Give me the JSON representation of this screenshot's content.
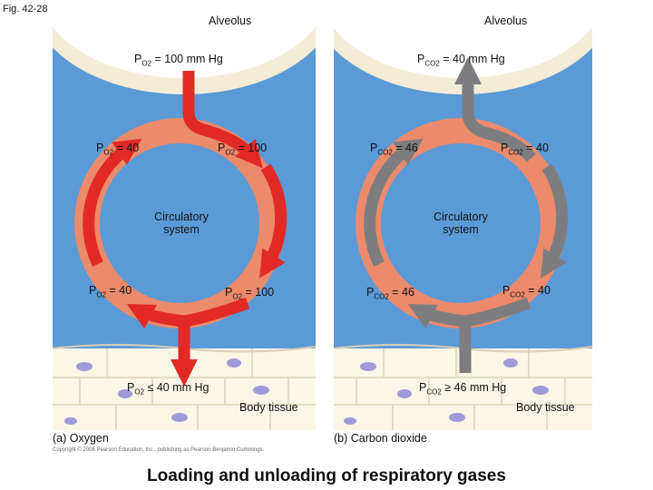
{
  "figure_label": "Fig. 42-28",
  "bottom_title": "Loading and unloading of respiratory gases",
  "copyright": "Copyright © 2008 Pearson Education, Inc., publishing as Pearson Benjamin Cummings.",
  "colors": {
    "background_fluid": "#5b9ad6",
    "alveolus_wall": "#f4ecd6",
    "vessel_ring": "#ec8a6c",
    "oxygen_arrow": "#e12a26",
    "co2_arrow": "#7d7d7f",
    "tissue": "#fbf6e6",
    "nucleus": "#9f9ad8"
  },
  "panels": {
    "oxygen": {
      "caption": "(a) Oxygen",
      "alveolus": "Alveolus",
      "circulatory": [
        "Circulatory",
        "system"
      ],
      "body_tissue": "Body tissue",
      "arrow_color_name": "red",
      "labels": {
        "alveolus_p": {
          "p": "P",
          "sub": "O2",
          "rest": " = 100 mm Hg"
        },
        "upper_left": {
          "p": "P",
          "sub": "O2",
          "rest": " = 40"
        },
        "upper_right": {
          "p": "P",
          "sub": "O2",
          "rest": " = 100"
        },
        "lower_left": {
          "p": "P",
          "sub": "O2",
          "rest": " = 40"
        },
        "lower_right": {
          "p": "P",
          "sub": "O2",
          "rest": " = 100"
        },
        "tissue_p": {
          "p": "P",
          "sub": "O2",
          "rest": " ≤ 40 mm Hg"
        }
      }
    },
    "co2": {
      "caption": "(b) Carbon dioxide",
      "alveolus": "Alveolus",
      "circulatory": [
        "Circulatory",
        "system"
      ],
      "body_tissue": "Body tissue",
      "arrow_color_name": "gray",
      "labels": {
        "alveolus_p": {
          "p": "P",
          "sub": "CO2",
          "rest": " = 40 mm Hg"
        },
        "upper_left": {
          "p": "P",
          "sub": "CO2",
          "rest": " = 46"
        },
        "upper_right": {
          "p": "P",
          "sub": "CO2",
          "rest": " = 40"
        },
        "lower_left": {
          "p": "P",
          "sub": "CO2",
          "rest": " = 46"
        },
        "lower_right": {
          "p": "P",
          "sub": "CO2",
          "rest": " = 40"
        },
        "tissue_p": {
          "p": "P",
          "sub": "CO2",
          "rest": " ≥ 46 mm Hg"
        }
      }
    }
  }
}
